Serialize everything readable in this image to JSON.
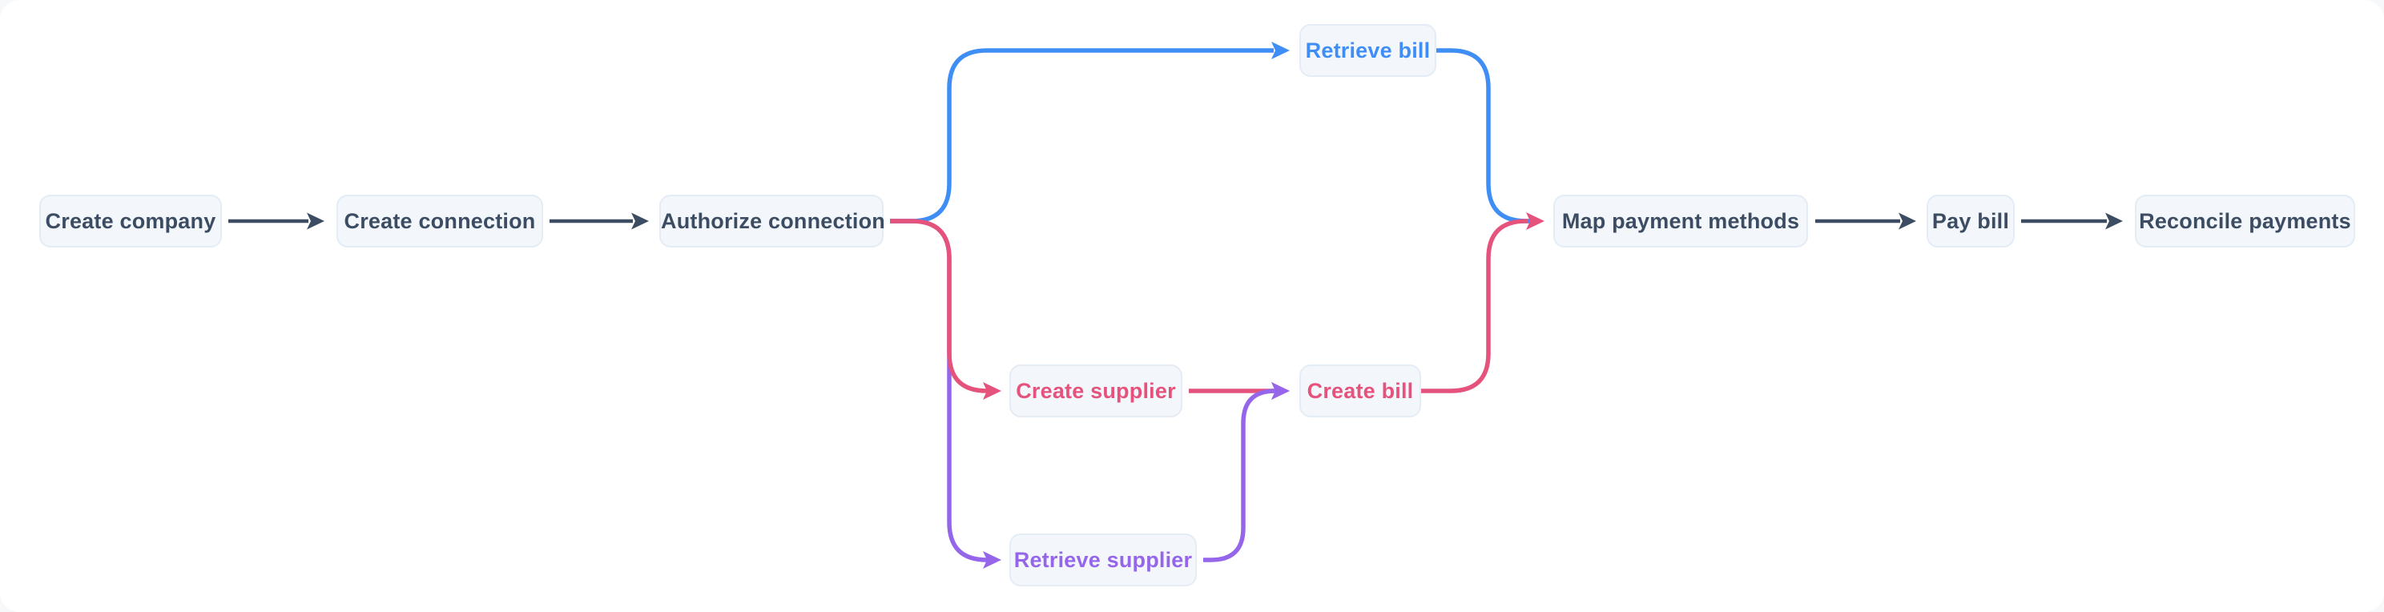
{
  "colors": {
    "ink": "#3c4d63",
    "blue": "#3f8ef6",
    "pink": "#e5537d",
    "purple": "#9566e9",
    "node_bg": "#f3f7fb",
    "node_border": "#e4ecf6"
  },
  "nodes": [
    {
      "id": "create-company",
      "label": "Create company",
      "color": "ink"
    },
    {
      "id": "create-connection",
      "label": "Create connection",
      "color": "ink"
    },
    {
      "id": "authorize-connection",
      "label": "Authorize connection",
      "color": "ink"
    },
    {
      "id": "retrieve-bill",
      "label": "Retrieve bill",
      "color": "blue"
    },
    {
      "id": "create-supplier",
      "label": "Create supplier",
      "color": "pink"
    },
    {
      "id": "create-bill",
      "label": "Create bill",
      "color": "pink"
    },
    {
      "id": "retrieve-supplier",
      "label": "Retrieve supplier",
      "color": "purple"
    },
    {
      "id": "map-payment-methods",
      "label": "Map payment methods",
      "color": "ink"
    },
    {
      "id": "pay-bill",
      "label": "Pay bill",
      "color": "ink"
    },
    {
      "id": "reconcile-payments",
      "label": "Reconcile payments",
      "color": "ink"
    }
  ],
  "edges": [
    {
      "from": "create-company",
      "to": "create-connection",
      "color": "ink"
    },
    {
      "from": "create-connection",
      "to": "authorize-connection",
      "color": "ink"
    },
    {
      "from": "authorize-connection",
      "to": "retrieve-bill",
      "color": "blue"
    },
    {
      "from": "authorize-connection",
      "to": "create-supplier",
      "color": "pink"
    },
    {
      "from": "authorize-connection",
      "to": "retrieve-supplier",
      "color": "purple"
    },
    {
      "from": "create-supplier",
      "to": "create-bill",
      "color": "pink"
    },
    {
      "from": "retrieve-supplier",
      "to": "create-bill",
      "color": "purple"
    },
    {
      "from": "retrieve-bill",
      "to": "map-payment-methods",
      "color": "blue"
    },
    {
      "from": "create-bill",
      "to": "map-payment-methods",
      "color": "pink"
    },
    {
      "from": "map-payment-methods",
      "to": "pay-bill",
      "color": "ink"
    },
    {
      "from": "pay-bill",
      "to": "reconcile-payments",
      "color": "ink"
    }
  ]
}
